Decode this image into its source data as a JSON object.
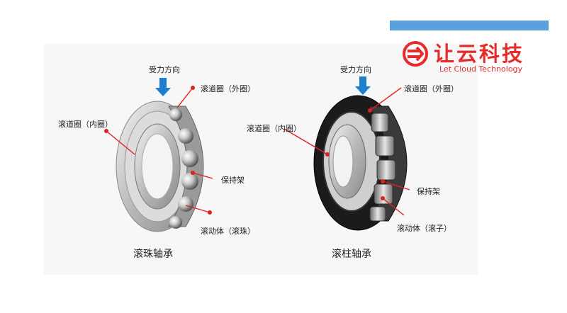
{
  "logo": {
    "name_cn": "让云科技",
    "name_en": "Let Cloud Technology",
    "brand_color": "#e62b2b",
    "bar_color": "#5aa0dd"
  },
  "ball_bearing": {
    "force_direction": "受力方向",
    "outer_race": "滚道圈（外圈）",
    "inner_race": "滚道圈（内圈）",
    "cage": "保持架",
    "rolling_element": "滚动体（滚珠）",
    "caption": "滚珠轴承"
  },
  "roller_bearing": {
    "force_direction": "受力方向",
    "outer_race": "滚道圈（外圈）",
    "inner_race": "滚道圈（内圈）",
    "cage": "保持架",
    "rolling_element": "滚动体（滚子）",
    "caption": "滚柱轴承"
  },
  "colors": {
    "arrow": "#1e7fd0",
    "callout": "#e02020"
  }
}
